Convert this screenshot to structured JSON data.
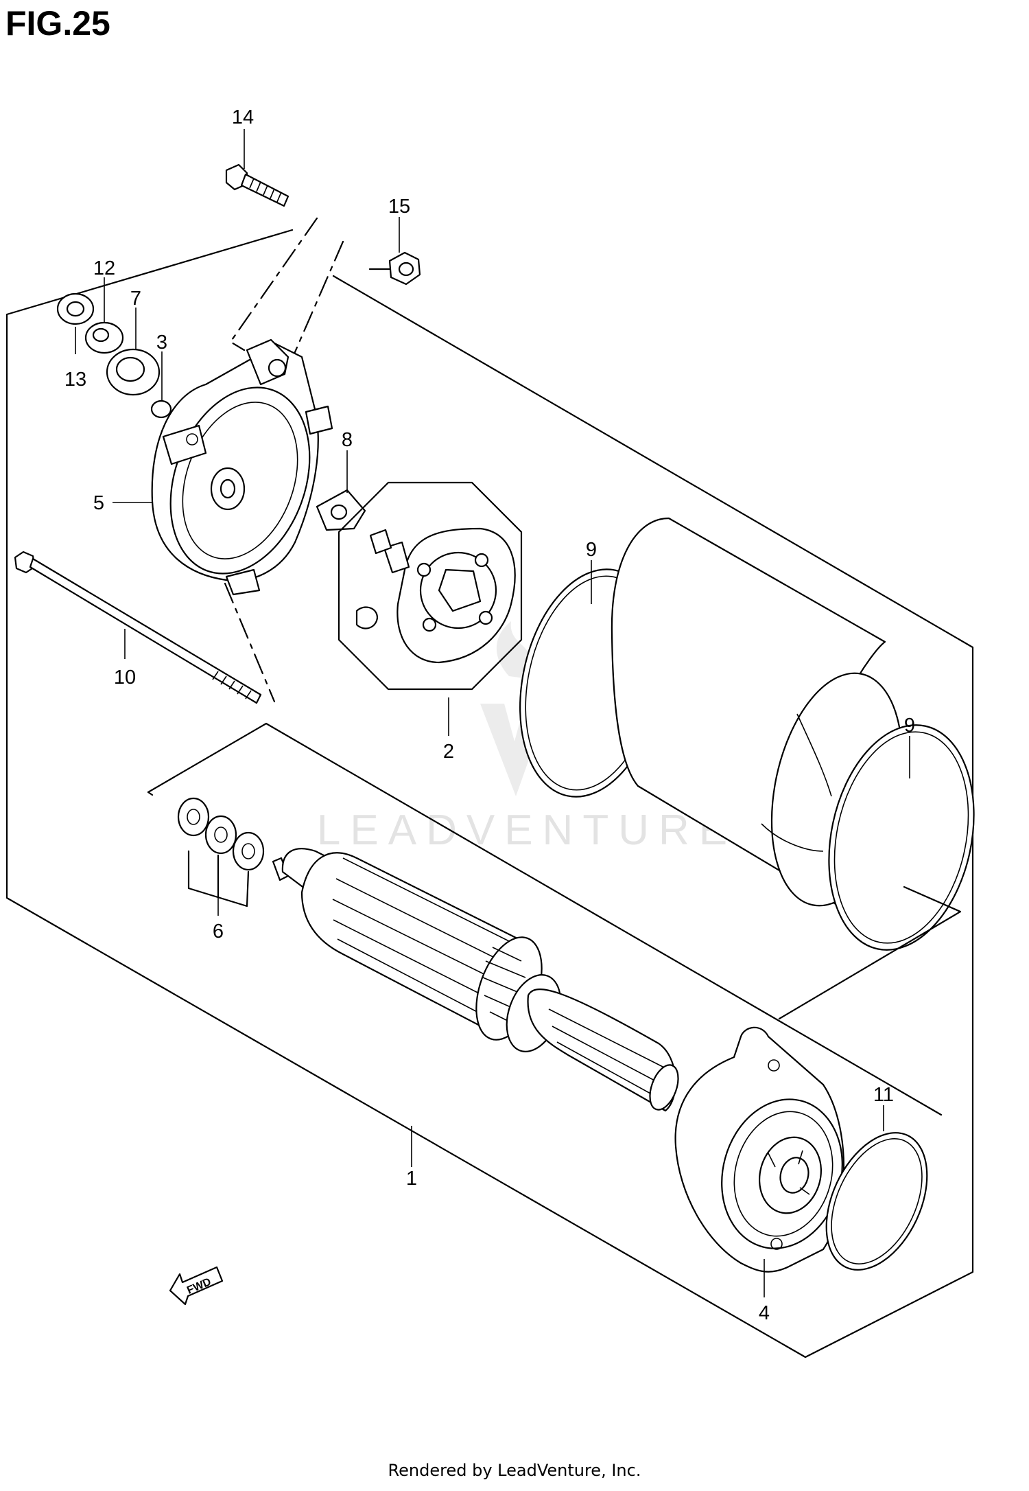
{
  "figure": {
    "title": "FIG.25"
  },
  "watermark": {
    "text": "LEADVENTURE",
    "color": "#e3e3e3"
  },
  "callouts": {
    "c1": "1",
    "c2": "2",
    "c3": "3",
    "c4": "4",
    "c5": "5",
    "c6": "6",
    "c7": "7",
    "c8": "8",
    "c9a": "9",
    "c9b": "9",
    "c10": "10",
    "c11": "11",
    "c12": "12",
    "c13": "13",
    "c14": "14",
    "c15": "15"
  },
  "fwd_arrow": {
    "label": "FWD"
  },
  "footer": {
    "text": "Rendered by LeadVenture, Inc."
  }
}
